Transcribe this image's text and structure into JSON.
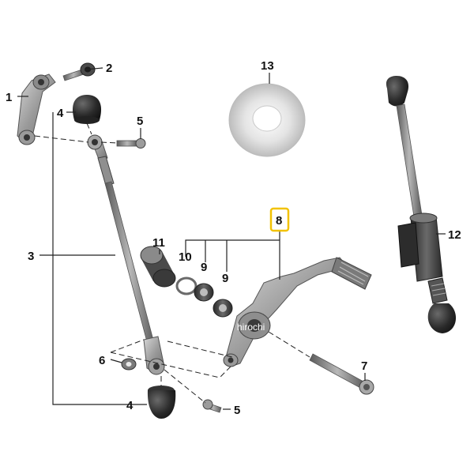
{
  "callouts": {
    "c1": "1",
    "c2": "2",
    "c3": "3",
    "c4a": "4",
    "c4b": "4",
    "c5a": "5",
    "c5b": "5",
    "c6": "6",
    "c7": "7",
    "c8": "8",
    "c9a": "9",
    "c9b": "9",
    "c10": "10",
    "c11": "11",
    "c12": "12",
    "c13": "13"
  },
  "highlight_color": "#f2c200",
  "watermark": "hirochi"
}
